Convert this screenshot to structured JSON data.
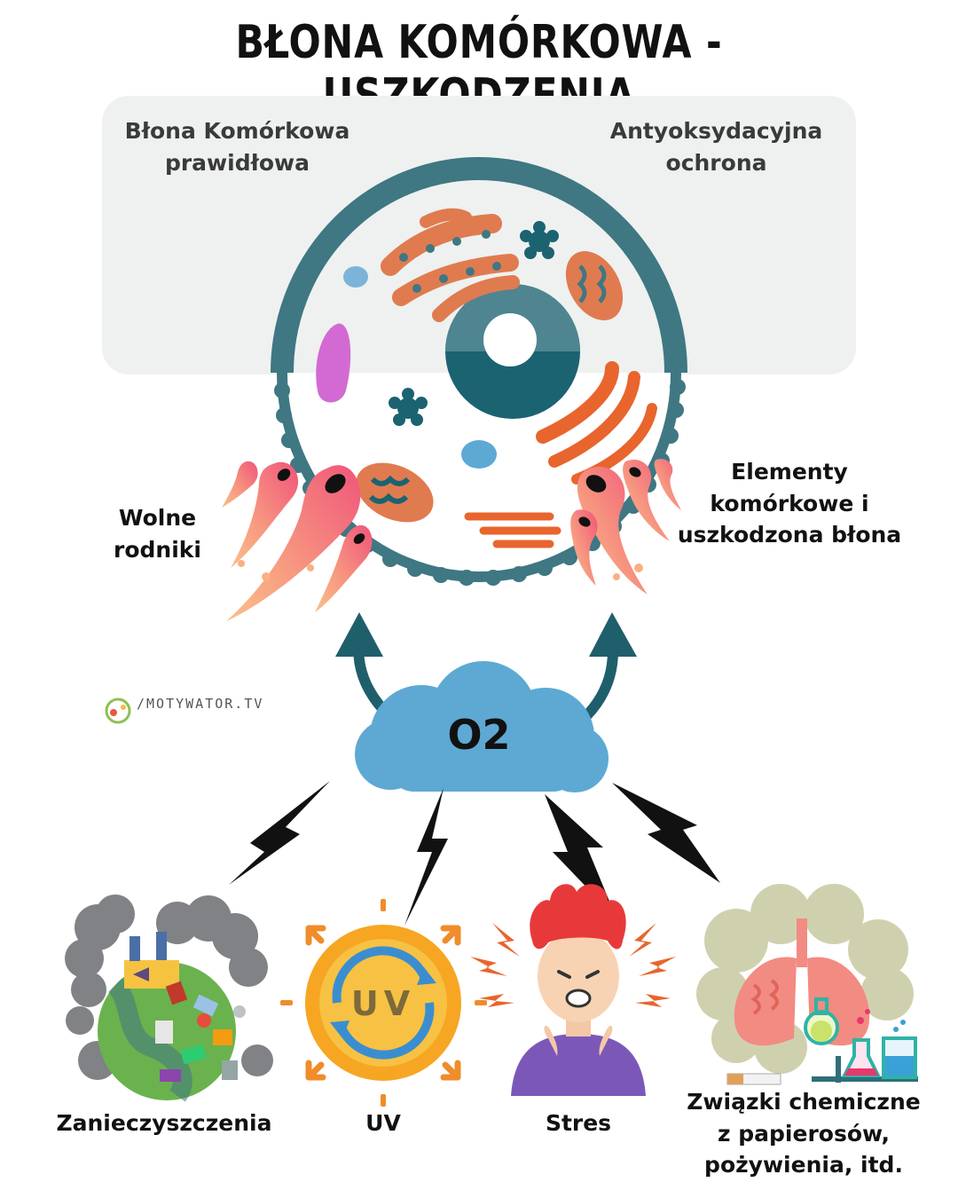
{
  "title": "BŁONA KOMÓRKOWA - USZKODZENIA",
  "labels": {
    "normal_membrane": "Błona Komórkowa prawidłowa",
    "antioxidant": "Antyoksydacyjna ochrona",
    "free_radicals": "Wolne rodniki",
    "damaged": "Elementy komórkowe i uszkodzona błona",
    "oxygen": "O2"
  },
  "brand": "/MOTYWATOR.TV",
  "sources": [
    {
      "label": "Zanieczyszczenia",
      "icon": "polluted-earth-icon"
    },
    {
      "label": "UV",
      "icon": "uv-sun-icon",
      "badge": "UV"
    },
    {
      "label": "Stres",
      "icon": "stressed-person-icon"
    },
    {
      "label": "Związki chemiczne z papierosów, pożywienia, itd.",
      "icon": "lungs-chemicals-icon"
    }
  ],
  "colors": {
    "membrane": "#3f7783",
    "nucleus": "#1b6370",
    "organelle_orange": "#e07b4f",
    "cloud": "#5da9d4",
    "radical_pink": "#f06a8a",
    "panel": "#eef1f0"
  }
}
